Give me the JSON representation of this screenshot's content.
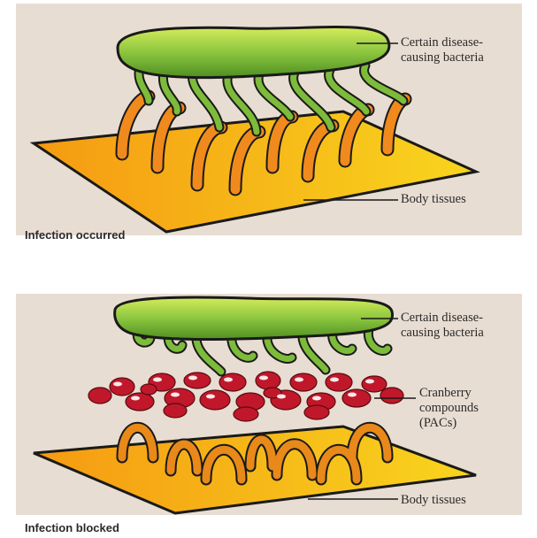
{
  "panels": [
    {
      "caption": "Infection occurred",
      "labels": {
        "bacteria": "Certain disease-\ncausing bacteria",
        "tissues": "Body tissues"
      }
    },
    {
      "caption": "Infection blocked",
      "labels": {
        "bacteria": "Certain disease-\ncausing bacteria",
        "compounds": "Cranberry\ncompounds\n(PACs)",
        "tissues": "Body tissues"
      }
    }
  ],
  "colors": {
    "background": "#e8ddd2",
    "bacteria": "#8cc63f",
    "fimbriae": "#7dbb3a",
    "receptors": "#e8891a",
    "tissue": "#f5b21c",
    "pacs": "#c0182a"
  }
}
